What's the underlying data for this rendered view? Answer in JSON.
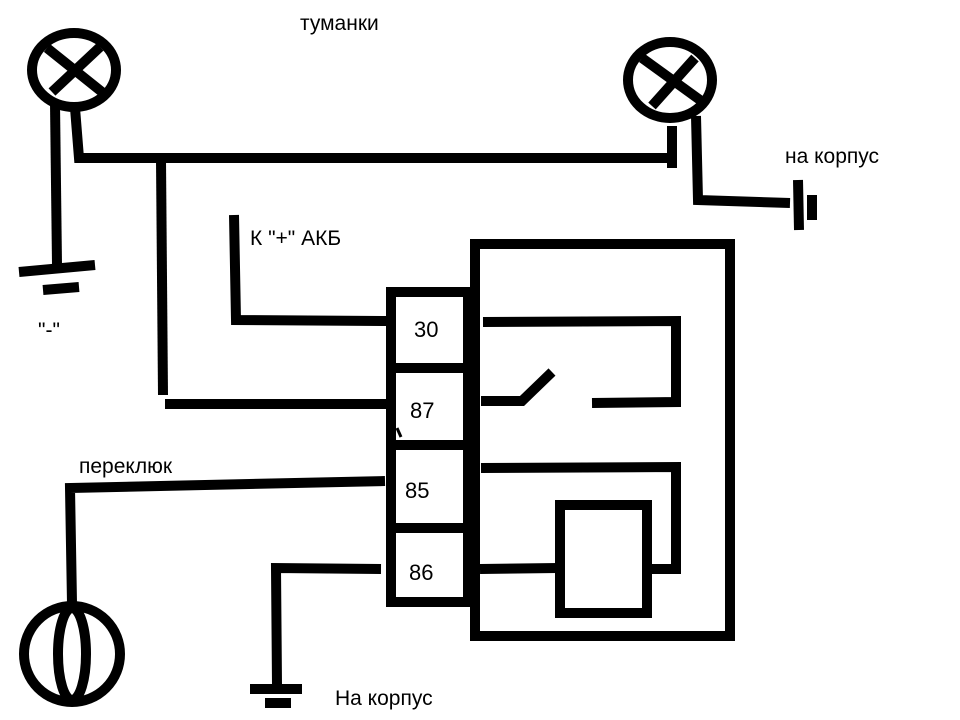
{
  "title": "туманки",
  "labels": {
    "battery_plus": "К \"+\" АКБ",
    "minus": "\"-\"",
    "ground_right": "на корпус",
    "ground_bottom": "На корпус",
    "switch": "переклюк"
  },
  "relay": {
    "pins": [
      "30",
      "87",
      "85",
      "86"
    ]
  },
  "components": {
    "lamp_left": "fog-lamp",
    "lamp_right": "fog-lamp",
    "switch": "switch",
    "relay": "relay",
    "coil": "relay-coil",
    "contact": "relay-contact"
  },
  "colors": {
    "line": "#000000",
    "background": "#ffffff"
  }
}
